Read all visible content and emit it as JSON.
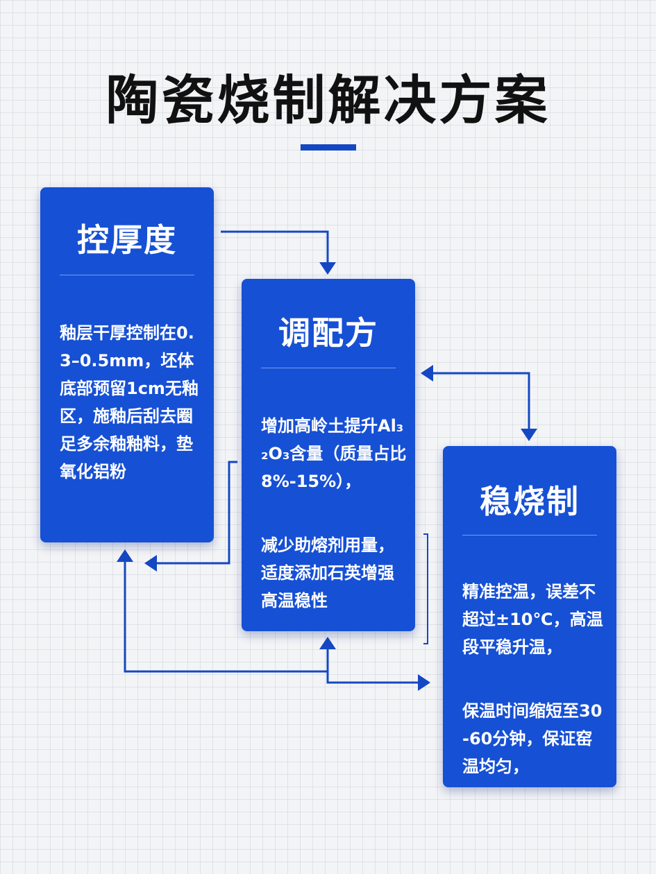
{
  "title": "陶瓷烧制解决方案",
  "colors": {
    "card": "#1650d4",
    "accent": "#1447c4",
    "title": "#111111"
  },
  "cards": [
    {
      "title": "控厚度",
      "paragraphs": [
        "釉层干厚控制在0.3–0.5mm，坯体底部预留1cm无釉区，施釉后刮去圈足多余釉釉料，垫氧化铝粉"
      ]
    },
    {
      "title": "调配方",
      "paragraphs": [
        "增加高岭土提升Al₃₂O₃含量（质量占比8%-15%），",
        "减少助熔剂用量，适度添加石英增强高温稳性"
      ]
    },
    {
      "title": "稳烧制",
      "paragraphs": [
        "精准控温，误差不超过±10℃，高温段平稳升温，",
        "保温时间缩短至30-60分钟，保证窑温均匀，"
      ]
    }
  ]
}
